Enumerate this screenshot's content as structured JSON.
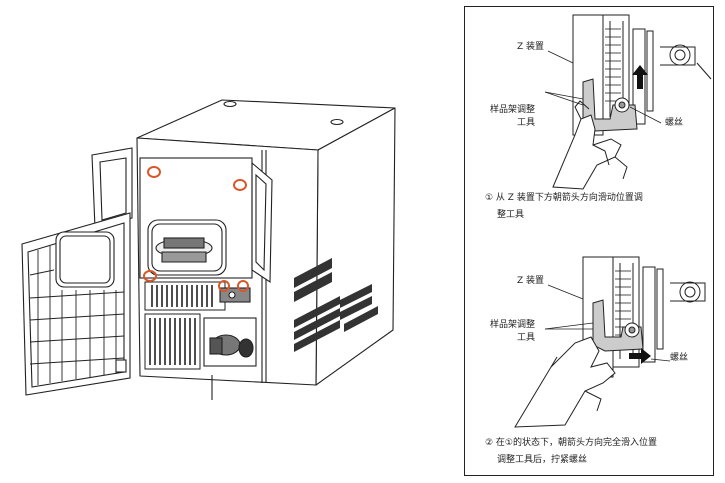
{
  "step1": {
    "label_z": "Z 装置",
    "label_tool_line1": "样品架调整",
    "label_tool_line2": "工具",
    "label_screw": "螺丝",
    "caption_line1": "① 从 Z 装置下方朝箭头方向滑动位置调",
    "caption_line2": "整工具"
  },
  "step2": {
    "label_z": "Z 装置",
    "label_tool_line1": "样品架调整",
    "label_tool_line2": "工具",
    "label_screw": "螺丝",
    "caption_line1": "② 在①的状态下，朝箭头方向完全滑入位置",
    "caption_line2": "调整工具后，拧紧螺丝"
  },
  "colors": {
    "highlight": "#d9572b",
    "line": "#222222",
    "panel_border": "#222222"
  }
}
